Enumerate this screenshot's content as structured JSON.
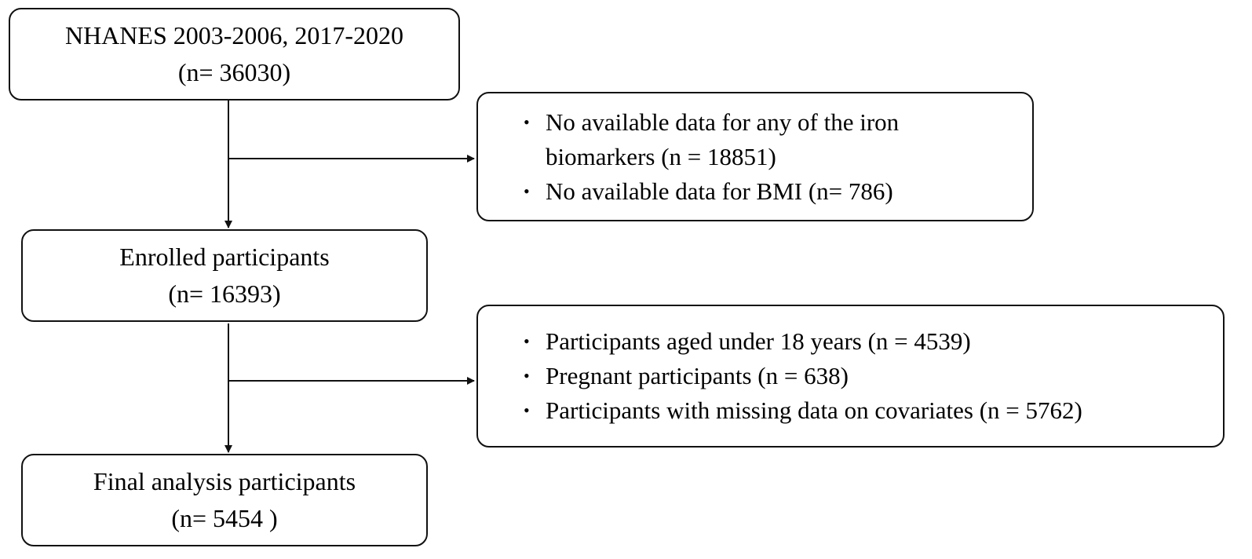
{
  "flow": {
    "box1": {
      "line1": "NHANES 2003-2006, 2017-2020",
      "line2": "(n= 36030)"
    },
    "exclusion1": {
      "items": [
        {
          "bullet": "•",
          "line1": "No available data for any of the iron",
          "line2": "biomarkers (n = 18851)"
        },
        {
          "bullet": "•",
          "line1": "No available data for BMI (n= 786)"
        }
      ]
    },
    "box2": {
      "line1": "Enrolled participants",
      "line2": "(n= 16393)"
    },
    "exclusion2": {
      "items": [
        {
          "bullet": "•",
          "line1": "Participants aged under 18 years (n = 4539)"
        },
        {
          "bullet": "•",
          "line1": "Pregnant participants (n = 638)"
        },
        {
          "bullet": "•",
          "line1": "Participants with missing data on covariates (n = 5762)"
        }
      ]
    },
    "box3": {
      "line1": "Final analysis participants",
      "line2": "(n= 5454 )"
    }
  }
}
